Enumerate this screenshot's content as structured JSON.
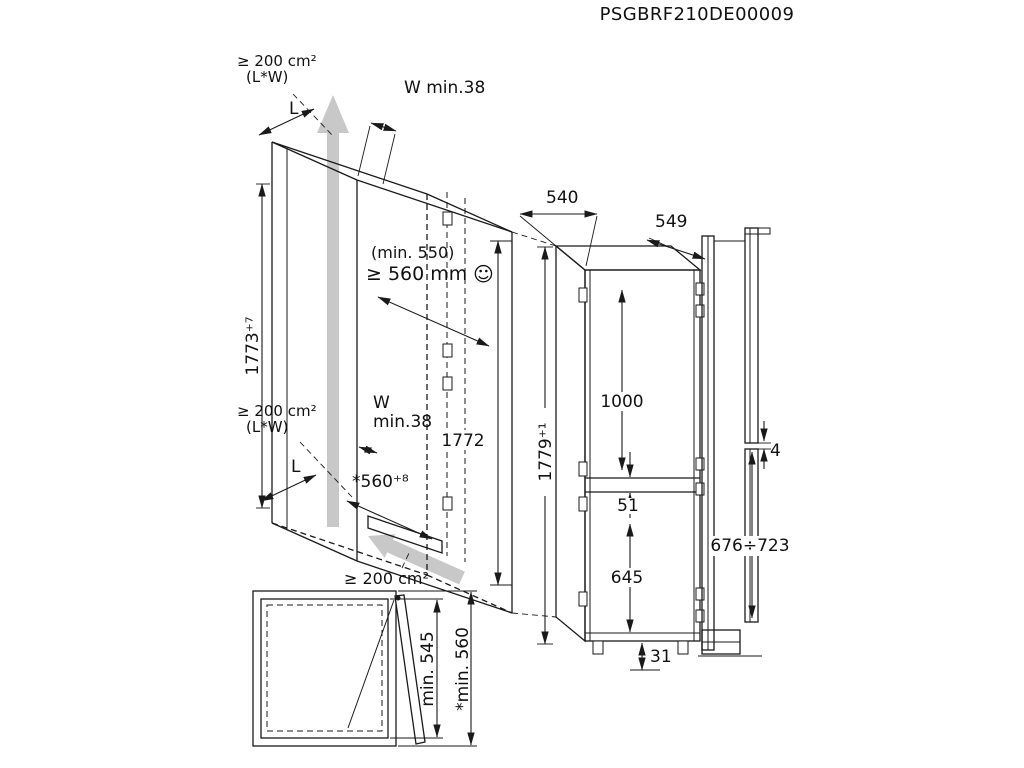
{
  "title": "PSGBRF210DE00009",
  "iso": {
    "vent_top_area": "≥ 200 cm²",
    "vent_top_note": "(L*W)",
    "depth_arrow_top": "L",
    "wall_width_top": "W min.38",
    "niche_depth_note": "(min. 550)",
    "niche_depth": "≥ 560 mm",
    "smiley": "☺",
    "niche_height": "1773⁺⁷",
    "vent_mid_area": "≥ 200 cm²",
    "vent_mid_note": "(L*W)",
    "wall_width_mid_1": "W",
    "wall_width_mid_2": "min.38",
    "depth_arrow_mid": "L",
    "niche_depth_bottom": "*560⁺⁸",
    "appliance_height": "1772",
    "vent_bottom_area": "≥ 200 cm²"
  },
  "front_view": {
    "width": "540",
    "depth": "549",
    "total_height": "1779⁺¹",
    "upper_door": "1000",
    "hinge_gap": "51",
    "lower_door": "645",
    "plinth_gap": "31"
  },
  "side_view": {
    "door_gap": "4",
    "lower_panel_range": "676÷723"
  },
  "top_view": {
    "min_inner_depth": "min. 545",
    "min_outer_depth": "*min. 560"
  }
}
